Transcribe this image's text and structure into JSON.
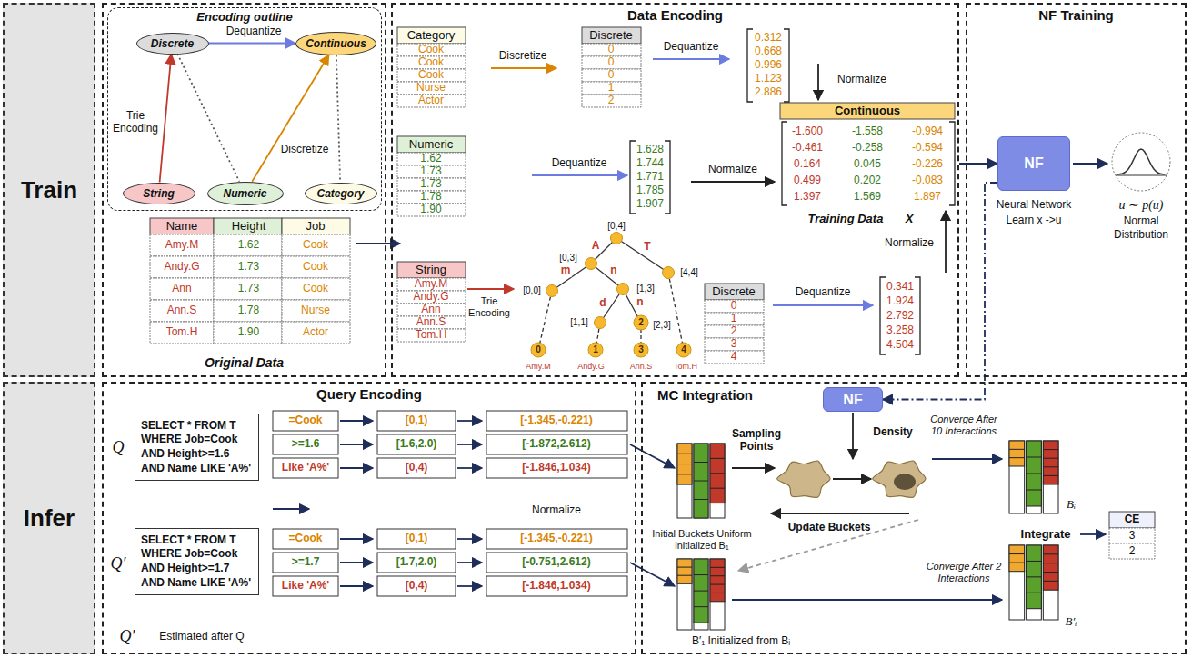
{
  "diagram": {
    "nodes": [
      {
        "text": [
          "Train"
        ]
      },
      {
        "text": [
          "Original Data"
        ]
      },
      {
        "text": [
          "Encoding outline"
        ],
        "in": 1
      },
      {
        "text": [
          "Discrete"
        ],
        "in": 2
      },
      {
        "text": [
          "Continuous"
        ],
        "in": 2
      },
      {
        "text": [
          "String"
        ],
        "in": 2
      },
      {
        "text": [
          "Numeric"
        ],
        "in": 2
      },
      {
        "text": [
          "Category"
        ],
        "in": 2
      },
      {
        "text": [
          "Data Encoding"
        ]
      },
      {
        "text": [
          "NF Training"
        ]
      },
      {
        "text": [
          "NF"
        ],
        "in": 9
      },
      {
        "text": [
          "Infer"
        ]
      },
      {
        "text": [
          "Query Encoding"
        ]
      },
      {
        "text": [
          "SELECT * FROM T WHERE Job=Cook AND Height>=1.6 AND Name LIKE 'A%'"
        ],
        "in": 12
      },
      {
        "text": [
          "SELECT * FROM T WHERE Job=Cook AND Height>=1.7 AND Name LIKE 'A%'"
        ],
        "in": 12
      },
      {
        "text": [
          "MC Integration"
        ]
      },
      {
        "text": [
          "NF"
        ],
        "in": 15
      }
    ],
    "edges": [
      {
        "from": 5,
        "to": 3,
        "arrow": "to",
        "label": "Trie Encoding"
      },
      {
        "from": 3,
        "to": 4,
        "arrow": "to",
        "label": "Dequantize"
      },
      {
        "from": 6,
        "to": 4,
        "arrow": "to",
        "label": "Discretize"
      },
      {
        "from": 3,
        "to": 6,
        "arrow": "none"
      },
      {
        "from": 4,
        "to": 7,
        "arrow": "none"
      },
      {
        "from": 8,
        "to": 10,
        "arrow": "to"
      },
      {
        "from": 10,
        "to": 16,
        "arrow": "to"
      }
    ],
    "labels": [
      "Name",
      "Height",
      "Job",
      "Amy.M",
      "1.62",
      "Cook",
      "Andy.G",
      "1.73",
      "Cook",
      "Ann",
      "1.73",
      "Cook",
      "Ann.S",
      "1.78",
      "Nurse",
      "Tom.H",
      "1.90",
      "Actor",
      "Category",
      "Cook",
      "Cook",
      "Cook",
      "Nurse",
      "Actor",
      "Discretize",
      "Discrete",
      "0",
      "0",
      "0",
      "1",
      "2",
      "Dequantize",
      "0.312",
      "0.668",
      "0.996",
      "1.123",
      "2.886",
      "Normalize",
      "Numeric",
      "1.62",
      "1.73",
      "1.73",
      "1.78",
      "1.90",
      "Dequantize",
      "1.628",
      "1.744",
      "1.771",
      "1.785",
      "1.907",
      "Normalize",
      "Continuous",
      "-1.600",
      "-1.558",
      "-0.994",
      "-0.461",
      "-0.258",
      "-0.594",
      "0.164",
      "0.045",
      "-0.226",
      "0.499",
      "0.202",
      "-0.083",
      "1.397",
      "1.569",
      "1.897",
      "Training Data",
      "X",
      "String",
      "Amy.M",
      "Andy.G",
      "Ann",
      "Ann.S",
      "Tom.H",
      "Trie Encoding",
      "[0,4]",
      "[0,3]",
      "A",
      "T",
      "[4,4]",
      "m",
      "n",
      "[1,3]",
      "[0,0]",
      "d",
      "n",
      "[1,1]",
      "[2,3]",
      "0",
      "1",
      "2",
      "3",
      "4",
      "Amy.M",
      "Andy.G",
      "Ann.S",
      "Tom.H",
      "Discrete",
      "0",
      "1",
      "2",
      "3",
      "4",
      "Dequantize",
      "0.341",
      "1.924",
      "2.792",
      "3.258",
      "4.504",
      "Normalize",
      "Neural Network",
      "Learn x ->u",
      "u ∼ p(u)",
      "Normal",
      "Distribution",
      "Q",
      "=Cook",
      ">=1.6",
      "Like 'A%'",
      "[0,1)",
      "[1.6,2.0)",
      "[0,4)",
      "[-1.345,-0.221)",
      "[-1.872,2.612)",
      "[-1.846,1.034)",
      "Normalize",
      "Q′",
      "=Cook",
      ">=1.7",
      "Like 'A%'",
      "[0,1)",
      "[1.7,2.0)",
      "[0,4)",
      "[-1.345,-0.221)",
      "[-0.751,2.612)",
      "[-1.846,1.034)",
      "Q′",
      "Estimated after Q",
      "Sampling Points",
      "Density",
      "Initial Buckets Uniform initialized B₁",
      "Update Buckets",
      "Converge After 10 Interactions",
      "Integrate",
      "Bᵢ",
      "B′₁ Initialized from Bᵢ",
      "Converge After 2 Interactions",
      "B′ᵢ",
      "CE",
      "3",
      "2"
    ]
  }
}
